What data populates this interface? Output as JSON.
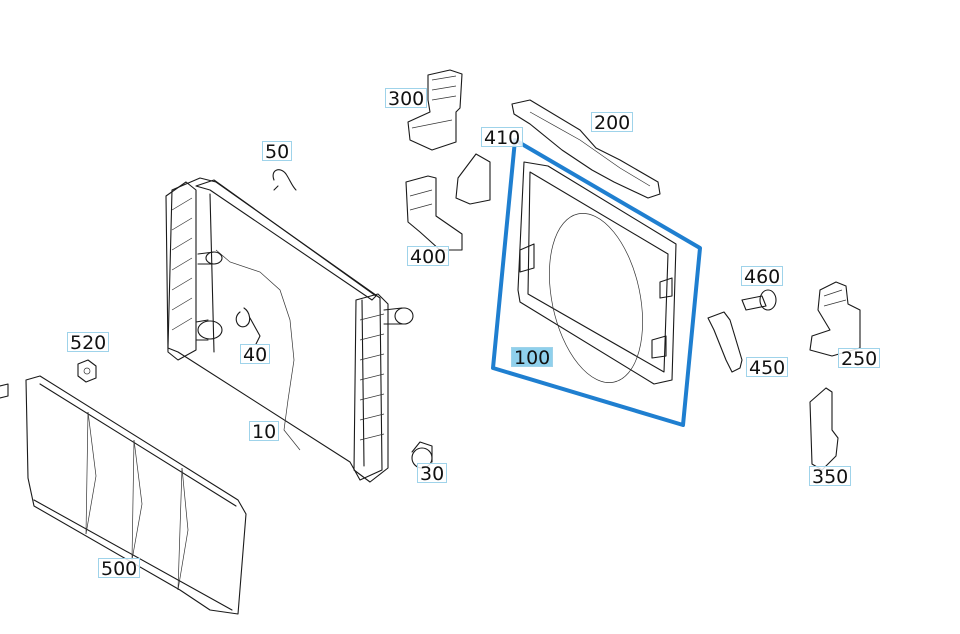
{
  "diagram": {
    "selected_part": "100",
    "highlight_color": "#1f7fd0",
    "label_border_color": "#9fd3ea",
    "label_active_color": "#8fd0ec",
    "callouts": [
      {
        "id": "p300",
        "label": "300"
      },
      {
        "id": "p410",
        "label": "410"
      },
      {
        "id": "p200",
        "label": "200"
      },
      {
        "id": "p50",
        "label": "50"
      },
      {
        "id": "p400",
        "label": "400"
      },
      {
        "id": "p460",
        "label": "460"
      },
      {
        "id": "p520",
        "label": "520"
      },
      {
        "id": "p40",
        "label": "40"
      },
      {
        "id": "p100",
        "label": "100"
      },
      {
        "id": "p450",
        "label": "450"
      },
      {
        "id": "p250",
        "label": "250"
      },
      {
        "id": "p10",
        "label": "10"
      },
      {
        "id": "p30",
        "label": "30"
      },
      {
        "id": "p350",
        "label": "350"
      },
      {
        "id": "p500",
        "label": "500"
      }
    ]
  }
}
